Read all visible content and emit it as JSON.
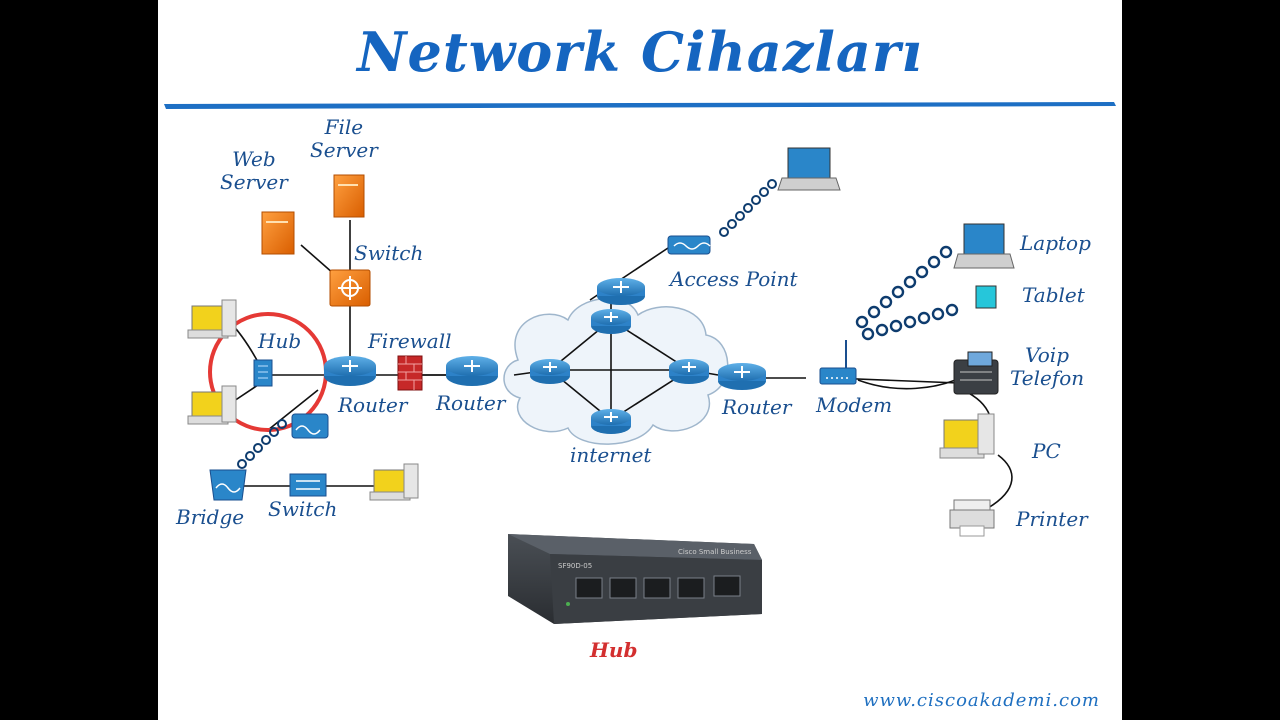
{
  "title": "Network Cihazları",
  "labels": {
    "file_server": "File\nServer",
    "web_server": "Web\nServer",
    "switch_top": "Switch",
    "hub": "Hub",
    "firewall": "Firewall",
    "router_left": "Router",
    "router_middle": "Router",
    "router_right": "Router",
    "access_point": "Access Point",
    "internet": "internet",
    "modem": "Modem",
    "laptop": "Laptop",
    "tablet": "Tablet",
    "voip": "Voip\nTelefon",
    "pc": "PC",
    "printer": "Printer",
    "bridge": "Bridge",
    "switch_bottom": "Switch"
  },
  "photo": {
    "model": "SF90D-05",
    "brand": "Cisco Small Business",
    "caption": "Hub"
  },
  "footer": {
    "website": "www.ciscoakademi.com"
  },
  "colors": {
    "title": "#1565c0",
    "label": "#1a4f8f",
    "hub_highlight": "#e53935",
    "device_blue": "#2a86c9",
    "server_orange": "#f07c1c",
    "firewall_red": "#c62828"
  }
}
